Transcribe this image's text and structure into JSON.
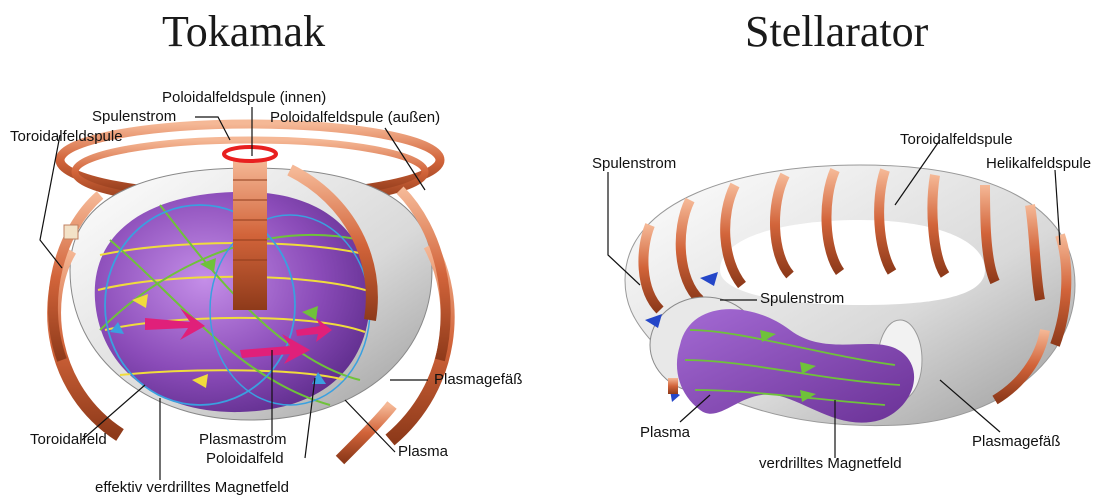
{
  "tokamak": {
    "title": "Tokamak",
    "labels": {
      "poloidal_inner": "Poloidalfeldspule (innen)",
      "coil_current": "Spulenstrom",
      "poloidal_outer": "Poloidalfeldspule (außen)",
      "toroidal_coil": "Toroidalfeldspule",
      "vessel": "Plasmagefäß",
      "toroidal_field": "Toroidalfeld",
      "plasma_current": "Plasmastrom",
      "poloidal_field": "Poloidalfeld",
      "plasma": "Plasma",
      "twisted_field": "effektiv verdrilltes Magnetfeld"
    }
  },
  "stellarator": {
    "title": "Stellarator",
    "labels": {
      "toroidal_coil": "Toroidalfeldspule",
      "coil_current_top": "Spulenstrom",
      "helical_coil": "Helikalfeldspule",
      "coil_current_mid": "Spulenstrom",
      "plasma": "Plasma",
      "vessel": "Plasmagefäß",
      "twisted_field": "verdrilltes Magnetfeld"
    }
  },
  "colors": {
    "coil": "#d2643a",
    "coil_highlight": "#f5b896",
    "coil_current": "#e82020",
    "vessel": "#d9d9d9",
    "plasma": "#8a4bb8",
    "field_line_green": "#6fc23a",
    "field_line_yellow": "#f0dc3c",
    "field_line_blue": "#3aa0e0",
    "plasma_current_arrow": "#e0207a"
  }
}
